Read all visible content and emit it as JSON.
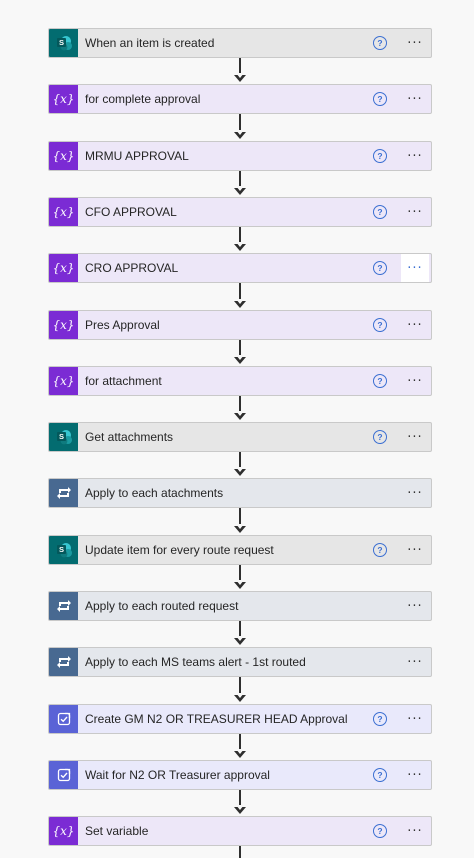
{
  "flow": {
    "steps": [
      {
        "id": "when-an-item-is-created",
        "title": "When an item is created",
        "kind": "sp",
        "icon": "sharepoint-icon",
        "help": true,
        "more_active": false
      },
      {
        "id": "for-complete-approval",
        "title": "for complete approval",
        "kind": "var",
        "icon": "variable-icon",
        "help": true,
        "more_active": false
      },
      {
        "id": "mrmu-approval",
        "title": "MRMU APPROVAL",
        "kind": "var",
        "icon": "variable-icon",
        "help": true,
        "more_active": false
      },
      {
        "id": "cfo-approval",
        "title": "CFO APPROVAL",
        "kind": "var",
        "icon": "variable-icon",
        "help": true,
        "more_active": false
      },
      {
        "id": "cro-approval",
        "title": "CRO APPROVAL",
        "kind": "var",
        "icon": "variable-icon",
        "help": true,
        "more_active": true
      },
      {
        "id": "pres-approval",
        "title": "Pres Approval",
        "kind": "var",
        "icon": "variable-icon",
        "help": true,
        "more_active": false
      },
      {
        "id": "for-attachment",
        "title": "for attachment",
        "kind": "var",
        "icon": "variable-icon",
        "help": true,
        "more_active": false
      },
      {
        "id": "get-attachments",
        "title": "Get attachments",
        "kind": "sp",
        "icon": "sharepoint-icon",
        "help": true,
        "more_active": false
      },
      {
        "id": "apply-to-each-atachments",
        "title": "Apply to each atachments",
        "kind": "loop",
        "icon": "loop-icon",
        "help": false,
        "more_active": false
      },
      {
        "id": "update-item-for-every-route-request",
        "title": "Update item for every route request",
        "kind": "sp",
        "icon": "sharepoint-icon",
        "help": true,
        "more_active": false
      },
      {
        "id": "apply-to-each-routed-request",
        "title": "Apply to each routed request",
        "kind": "loop",
        "icon": "loop-icon",
        "help": false,
        "more_active": false
      },
      {
        "id": "apply-to-each-ms-teams-alert",
        "title": "Apply to each MS teams alert - 1st routed",
        "kind": "loop",
        "icon": "loop-icon",
        "help": false,
        "more_active": false
      },
      {
        "id": "create-gm-n2-or-treasurer-head-approval",
        "title": "Create GM N2 OR TREASURER HEAD Approval",
        "kind": "appr",
        "icon": "approval-icon",
        "help": true,
        "more_active": false
      },
      {
        "id": "wait-for-n2-or-treasurer-approval",
        "title": "Wait for N2 OR Treasurer approval",
        "kind": "appr",
        "icon": "approval-icon",
        "help": true,
        "more_active": false
      },
      {
        "id": "set-variable",
        "title": "Set variable",
        "kind": "var",
        "icon": "variable-icon",
        "help": true,
        "more_active": false
      }
    ],
    "help_glyph": "?",
    "more_glyph": "···",
    "variable_glyph": "{x}"
  },
  "colors": {
    "sharepoint": "#036c70",
    "variable": "#7b2bd4",
    "loop": "#486991",
    "approval": "#5a63d6",
    "help": "#3b6fd2"
  }
}
